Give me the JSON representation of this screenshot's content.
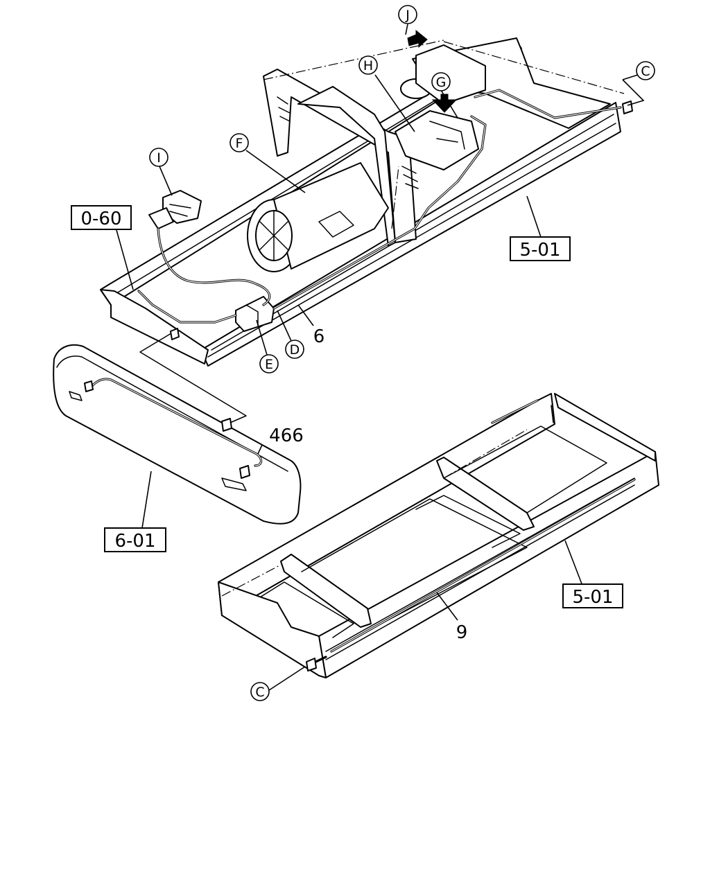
{
  "callouts": {
    "C_top": "C",
    "C_bottom": "C",
    "D": "D",
    "E": "E",
    "F": "F",
    "G": "G",
    "H": "H",
    "I": "I",
    "J": "J"
  },
  "references": {
    "ref_0_60": "0-60",
    "ref_5_01_upper": "5-01",
    "ref_6_01": "6-01",
    "ref_5_01_lower": "5-01"
  },
  "part_numbers": {
    "p6": "6",
    "p466": "466",
    "p9": "9"
  }
}
